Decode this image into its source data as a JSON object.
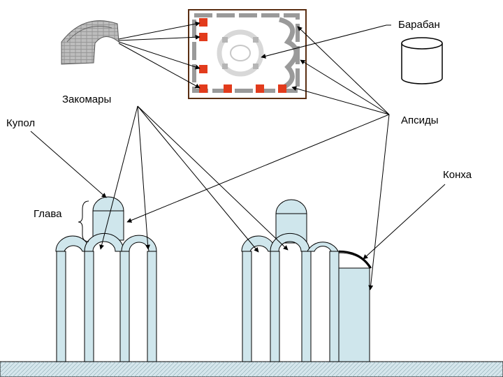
{
  "labels": {
    "baraban": "Барабан",
    "zakomary": "Закомары",
    "kupol": "Купол",
    "apsidy": "Апсиды",
    "konha": "Конха",
    "glava": "Глава"
  },
  "colors": {
    "fill": "#cfe6ec",
    "stroke": "#000000",
    "marker": "#e23b1c",
    "plan_frame": "#5a2e12",
    "ground": "#d5e6ec"
  }
}
